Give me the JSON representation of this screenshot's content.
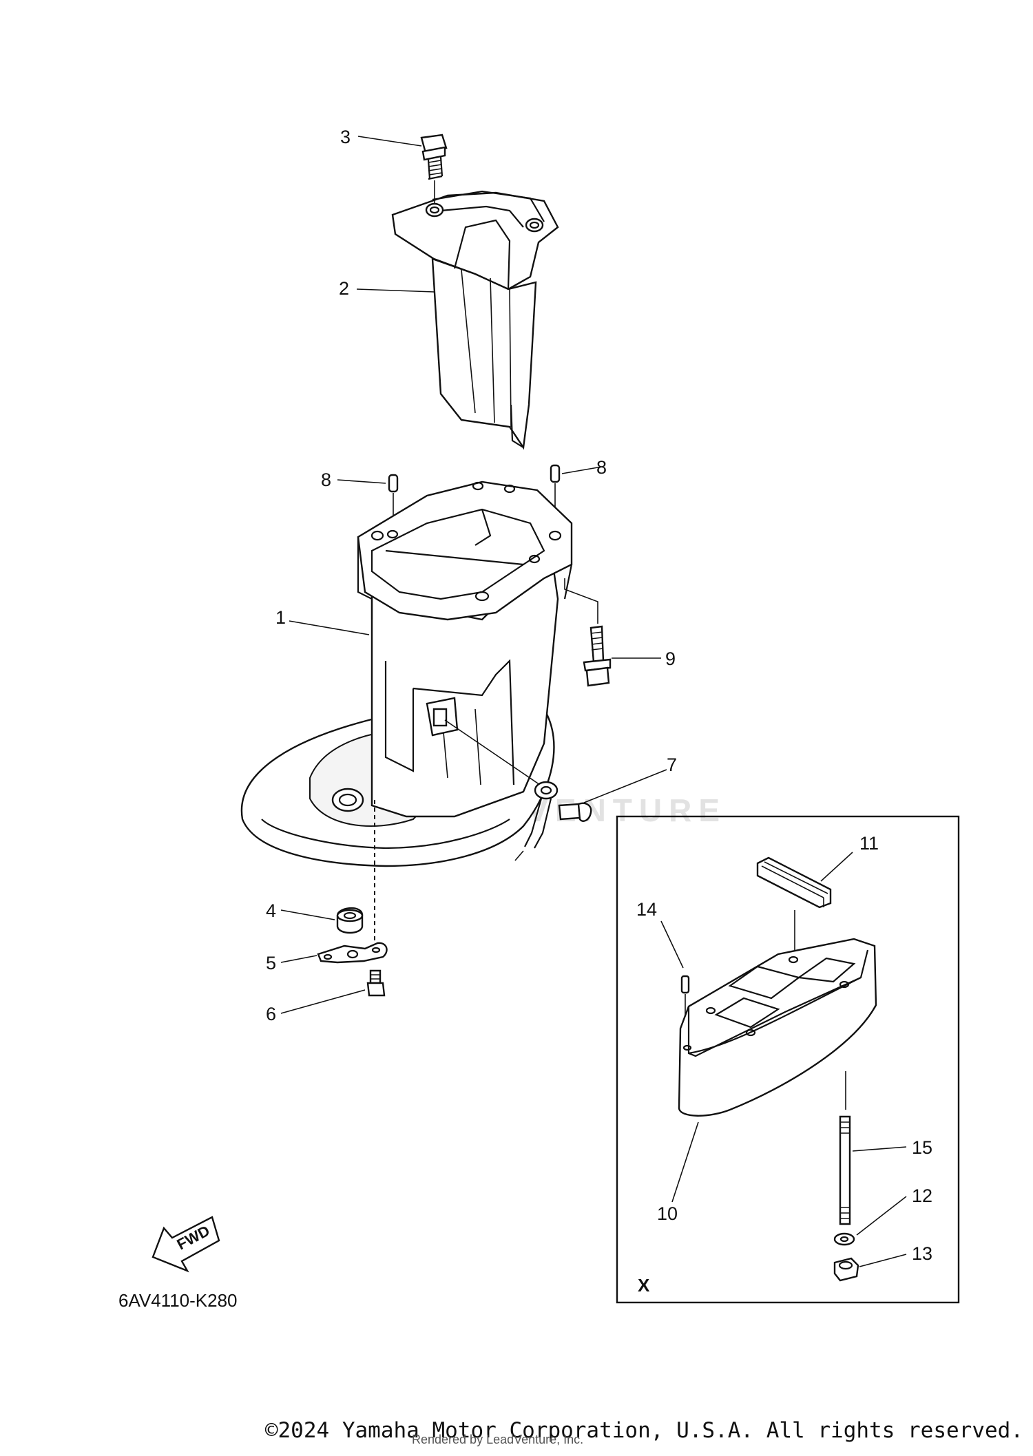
{
  "diagram": {
    "callouts": [
      "1",
      "2",
      "3",
      "4",
      "5",
      "6",
      "7",
      "8",
      "8",
      "9",
      "10",
      "11",
      "12",
      "13",
      "14",
      "15"
    ],
    "part_code": "6AV4110-K280",
    "inset_label": "X",
    "fwd_label": "FWD",
    "watermark": "LEADVENTURE"
  },
  "footer": {
    "copyright": "©2024 Yamaha Motor Corporation, U.S.A. All rights reserved.",
    "rendered_by": "Rendered by LeadVenture, Inc."
  }
}
